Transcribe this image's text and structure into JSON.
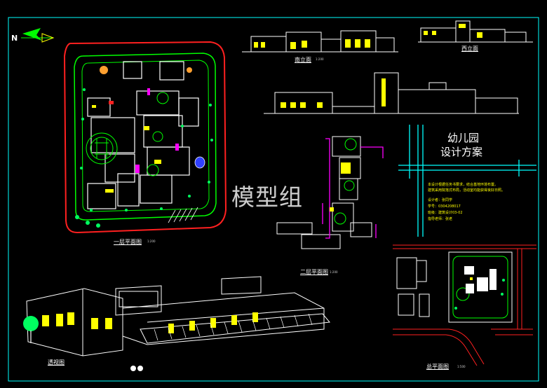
{
  "drawing": {
    "north_label": "N",
    "watermark": "模型组",
    "labels": {
      "floor1_plan": "一层平面图",
      "floor2_plan": "二层平面图",
      "south_elevation": "南立面",
      "west_elevation": "西立面",
      "perspective": "透视图",
      "site_plan": "总平面图"
    },
    "scales": {
      "floor1_plan": "1:200",
      "floor2_plan": "1:200",
      "south_elevation": "1:200",
      "site_plan": "1:500"
    },
    "title_block": {
      "title_line1": "幼儿园",
      "title_line2": "设计方案",
      "notes": [
        "本设计根据任务书要求，结合基地环境布置。",
        "建筑采用院落式布局，活动室均能获得良好日照。",
        "设计者：张同学",
        "学号：0304208017",
        "班级：建筑设计03-02",
        "指导老师：张老"
      ]
    },
    "colors": {
      "background": "#000000",
      "border": "#00ffff",
      "site_boundary": "#ff2020",
      "road": "#00ff00",
      "walls": "#ffffff",
      "glazing": "#ffff00",
      "stairs": "#ff00ff",
      "vegetation": "#00ff60"
    }
  }
}
